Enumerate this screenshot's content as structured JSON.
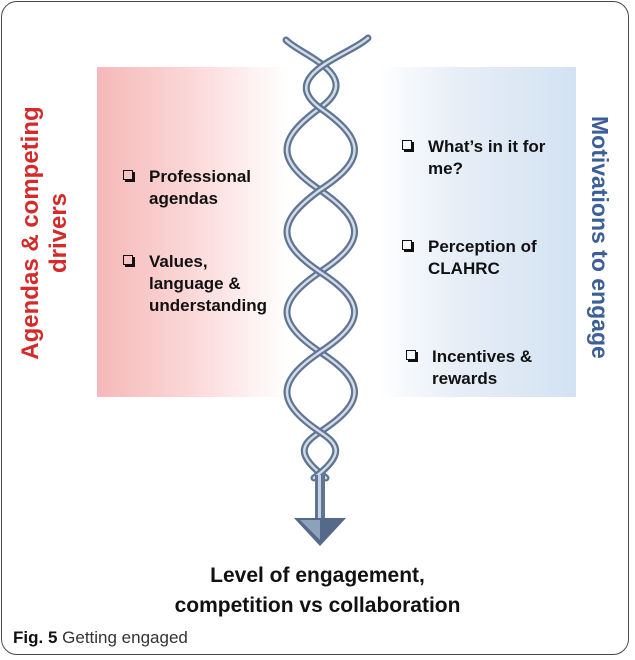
{
  "left": {
    "vertical_title": "Agendas & competing drivers",
    "items": [
      {
        "label": "Professional agendas"
      },
      {
        "label": "Values, language & understanding"
      }
    ]
  },
  "right": {
    "vertical_title": "Motivations to engage",
    "items": [
      {
        "label": "What’s in it for me?"
      },
      {
        "label": "Perception of CLAHRC"
      },
      {
        "label": "Incentives & rewards"
      }
    ]
  },
  "outcome": {
    "line1": "Level of engagement,",
    "line2": "competition vs collaboration"
  },
  "caption": {
    "fig_label": "Fig. 5",
    "text": "Getting engaged"
  },
  "colors": {
    "left_title": "#d42a2a",
    "right_title": "#3d5f98",
    "helix": "#7a8ea8"
  }
}
